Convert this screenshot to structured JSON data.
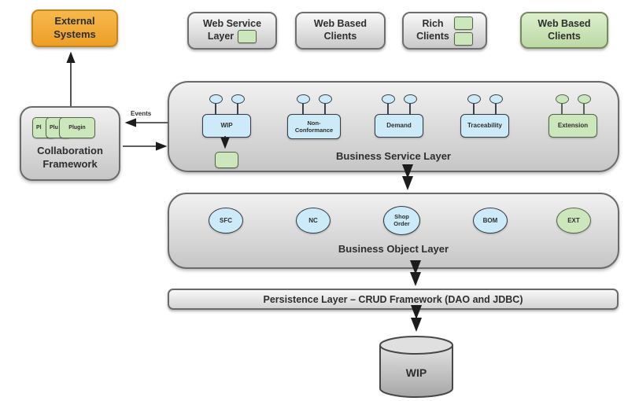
{
  "colors": {
    "orange_fill": "#F2A93B",
    "orange_border": "#C4861C",
    "blue_fill": "#CDEAF9",
    "green_fill": "#CDE7BC",
    "layer_gray": "#D9D9D9",
    "border_gray": "#6A6A6A",
    "text": "#2E2E2E"
  },
  "top_row": {
    "external_systems": "External\nSystems",
    "web_service_layer": {
      "line1": "Web Service",
      "line2": "Layer"
    },
    "web_based_clients_left": "Web Based\nClients",
    "rich_clients": "Rich\nClients",
    "web_based_clients_right": "Web Based\nClients"
  },
  "collaboration": {
    "label": "Collaboration\nFramework",
    "plugins": [
      {
        "label": "Pl"
      },
      {
        "label": "Plu"
      },
      {
        "label": "Plugin"
      }
    ],
    "events_label": "Events"
  },
  "business_service_layer": {
    "title": "Business Service Layer",
    "components": [
      {
        "label": "WIP",
        "color": "blue"
      },
      {
        "label": "Non-\nConformance",
        "color": "blue"
      },
      {
        "label": "Demand",
        "color": "blue"
      },
      {
        "label": "Traceability",
        "color": "blue"
      },
      {
        "label": "Extension",
        "color": "green"
      }
    ]
  },
  "business_object_layer": {
    "title": "Business Object Layer",
    "objects": [
      {
        "label": "SFC",
        "color": "blue"
      },
      {
        "label": "NC",
        "color": "blue"
      },
      {
        "label": "Shop\nOrder",
        "color": "blue"
      },
      {
        "label": "BOM",
        "color": "blue"
      },
      {
        "label": "EXT",
        "color": "green"
      }
    ]
  },
  "persistence_layer": {
    "label": "Persistence Layer – CRUD Framework (DAO and JDBC)"
  },
  "database": {
    "label": "WIP"
  }
}
